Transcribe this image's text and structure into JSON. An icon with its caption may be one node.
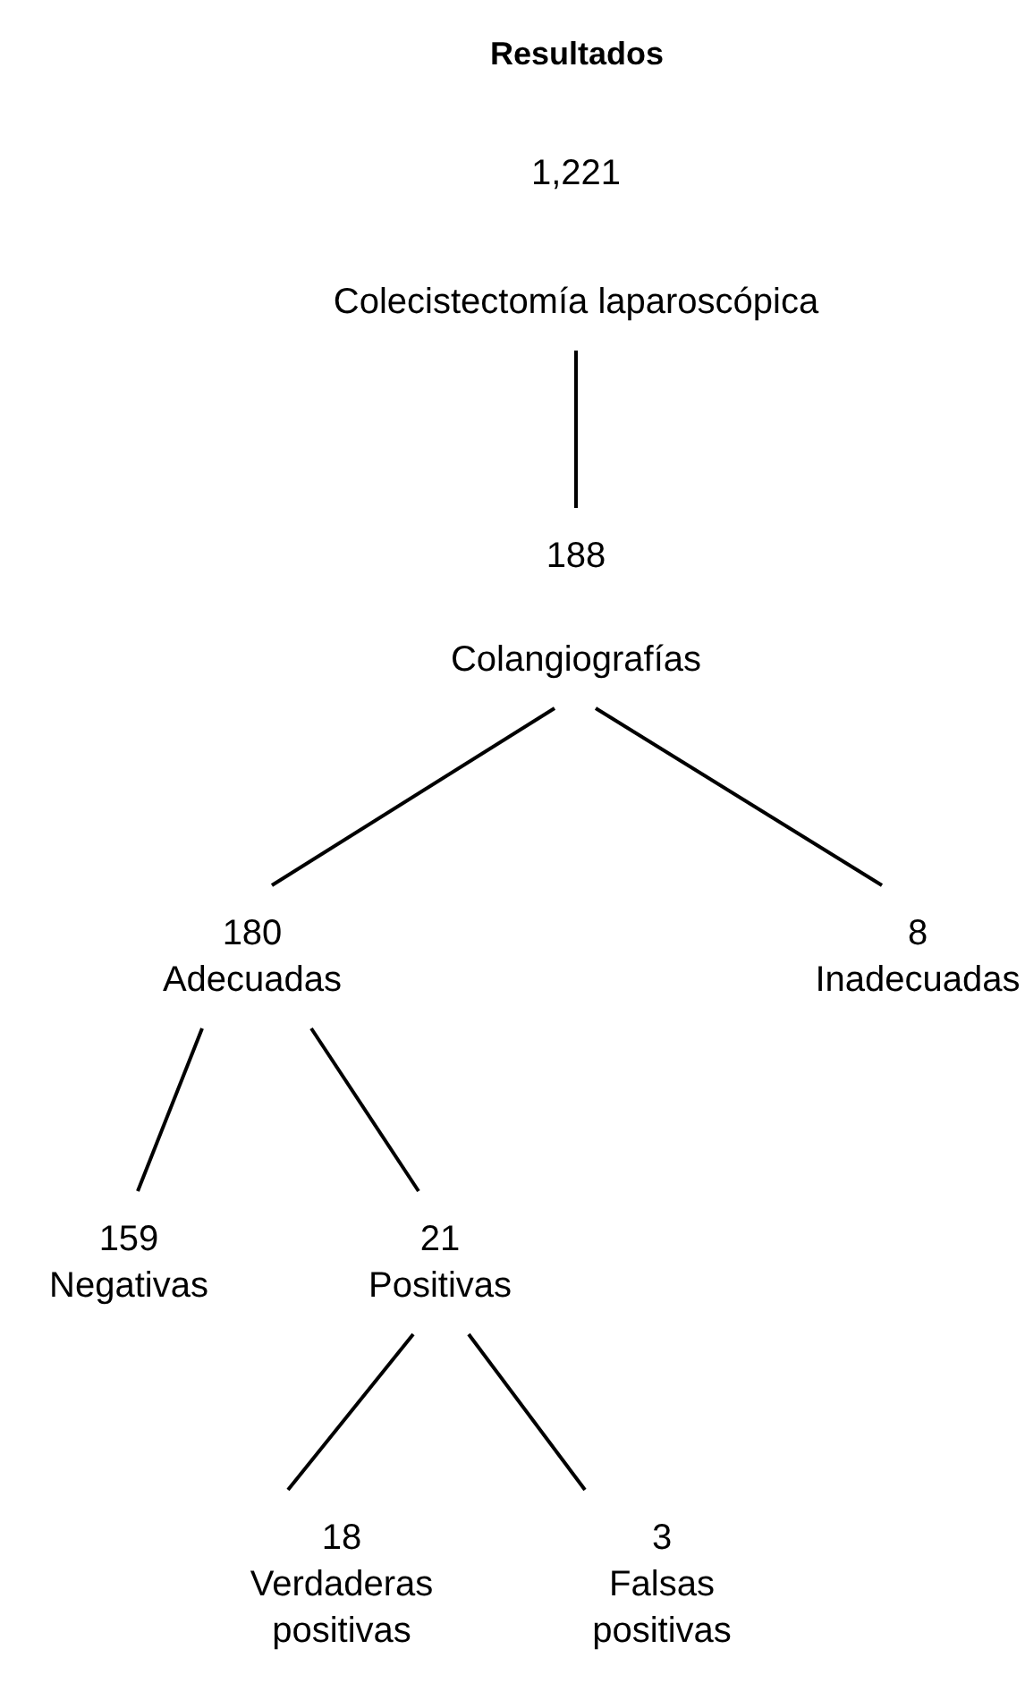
{
  "diagram": {
    "title": "Resultados",
    "nodes": [
      {
        "text": [
          "1,221",
          "Colecistectomía laparoscópica"
        ]
      },
      {
        "text": [
          "188",
          "Colangiografías"
        ]
      },
      {
        "text": [
          "180",
          "Adecuadas"
        ]
      },
      {
        "text": [
          "8",
          "Inadecuadas"
        ]
      },
      {
        "text": [
          "159",
          "Negativas"
        ]
      },
      {
        "text": [
          "21",
          "Positivas"
        ]
      },
      {
        "text": [
          "18",
          "Verdaderas positivas"
        ]
      },
      {
        "text": [
          "3",
          "Falsas positivas"
        ]
      }
    ],
    "edges": [
      {
        "from": 0,
        "to": 1,
        "arrow": "none"
      },
      {
        "from": 1,
        "to": 2,
        "arrow": "none"
      },
      {
        "from": 1,
        "to": 3,
        "arrow": "none"
      },
      {
        "from": 2,
        "to": 4,
        "arrow": "none"
      },
      {
        "from": 2,
        "to": 5,
        "arrow": "none"
      },
      {
        "from": 5,
        "to": 6,
        "arrow": "none"
      },
      {
        "from": 5,
        "to": 7,
        "arrow": "none"
      }
    ]
  }
}
